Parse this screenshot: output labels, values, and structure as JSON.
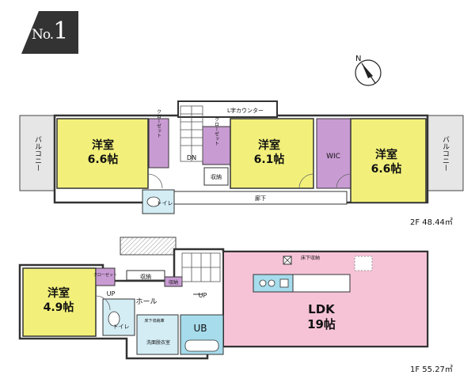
{
  "badge": {
    "prefix": "No.",
    "number": "1"
  },
  "compass": {
    "label": "N"
  },
  "floor2": {
    "area": "2F 48.44㎡",
    "rooms": {
      "balcony_left": "バルコニー",
      "balcony_right": "バルコニー",
      "western1_name": "洋室",
      "western1_size": "6.6帖",
      "western2_name": "洋室",
      "western2_size": "6.1帖",
      "western3_name": "洋室",
      "western3_size": "6.6帖",
      "closet1": "クローゼット",
      "closet2": "クローゼット",
      "wic": "WIC",
      "counter": "L字カウンター",
      "dn": "DN",
      "storage": "収納",
      "hallway": "廊下",
      "toilet": "トイレ"
    }
  },
  "floor1": {
    "area": "1F 55.27㎡",
    "rooms": {
      "western_name": "洋室",
      "western_size": "4.9帖",
      "closet": "クローゼット",
      "storage": "収納",
      "storage2": "収納",
      "hall": "ホール",
      "up1": "UP",
      "up2": "UP",
      "toilet": "トイレ",
      "underfloor1": "床下収納",
      "underfloor2": "床下収納庫",
      "washroom": "洗面脱衣室",
      "ub": "UB",
      "ldk_name": "LDK",
      "ldk_size": "19帖"
    }
  }
}
